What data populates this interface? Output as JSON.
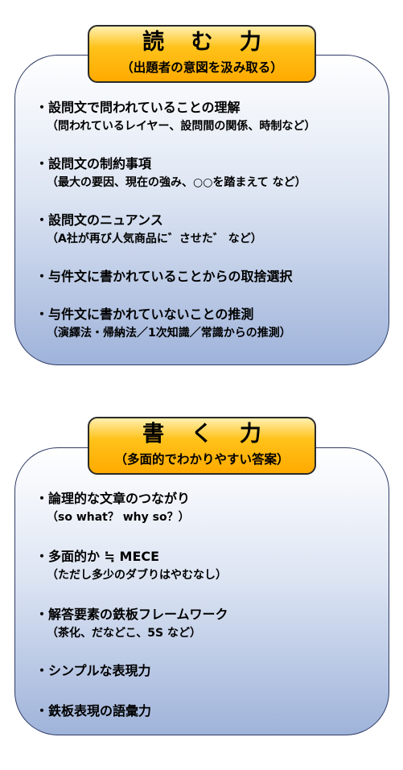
{
  "read": {
    "title": "読 む 力",
    "subtitle": "（出題者の意図を汲み取る）",
    "items": [
      {
        "main": "・設問文で問われていることの理解",
        "sub": "（問われているレイヤー、設問間の関係、時制など）"
      },
      {
        "main": "・設問文の制約事項",
        "sub": "（最大の要因、現在の強み、○○を踏まえて など）"
      },
      {
        "main": "・設問文のニュアンス",
        "sub": "（A社が再び人気商品に゛させた゛ など）"
      },
      {
        "main": "・与件文に書かれていることからの取捨選択",
        "sub": ""
      },
      {
        "main": "・与件文に書かれていないことの推測",
        "sub": "（演繹法・帰納法／1次知識／常識からの推測）"
      }
    ]
  },
  "write": {
    "title": "書 く 力",
    "subtitle": "（多面的でわかりやすい答案）",
    "items": [
      {
        "main": "・論理的な文章のつながり",
        "sub": "（so what？ why so？）"
      },
      {
        "main": "・多面的か ≒ MECE",
        "sub": "（ただし多少のダブりはやむなし）"
      },
      {
        "main": "・解答要素の鉄板フレームワーク",
        "sub": "（茶化、だなどこ、5S など）"
      },
      {
        "main": "・シンプルな表現力",
        "sub": ""
      },
      {
        "main": "・鉄板表現の語彙力",
        "sub": ""
      }
    ]
  }
}
